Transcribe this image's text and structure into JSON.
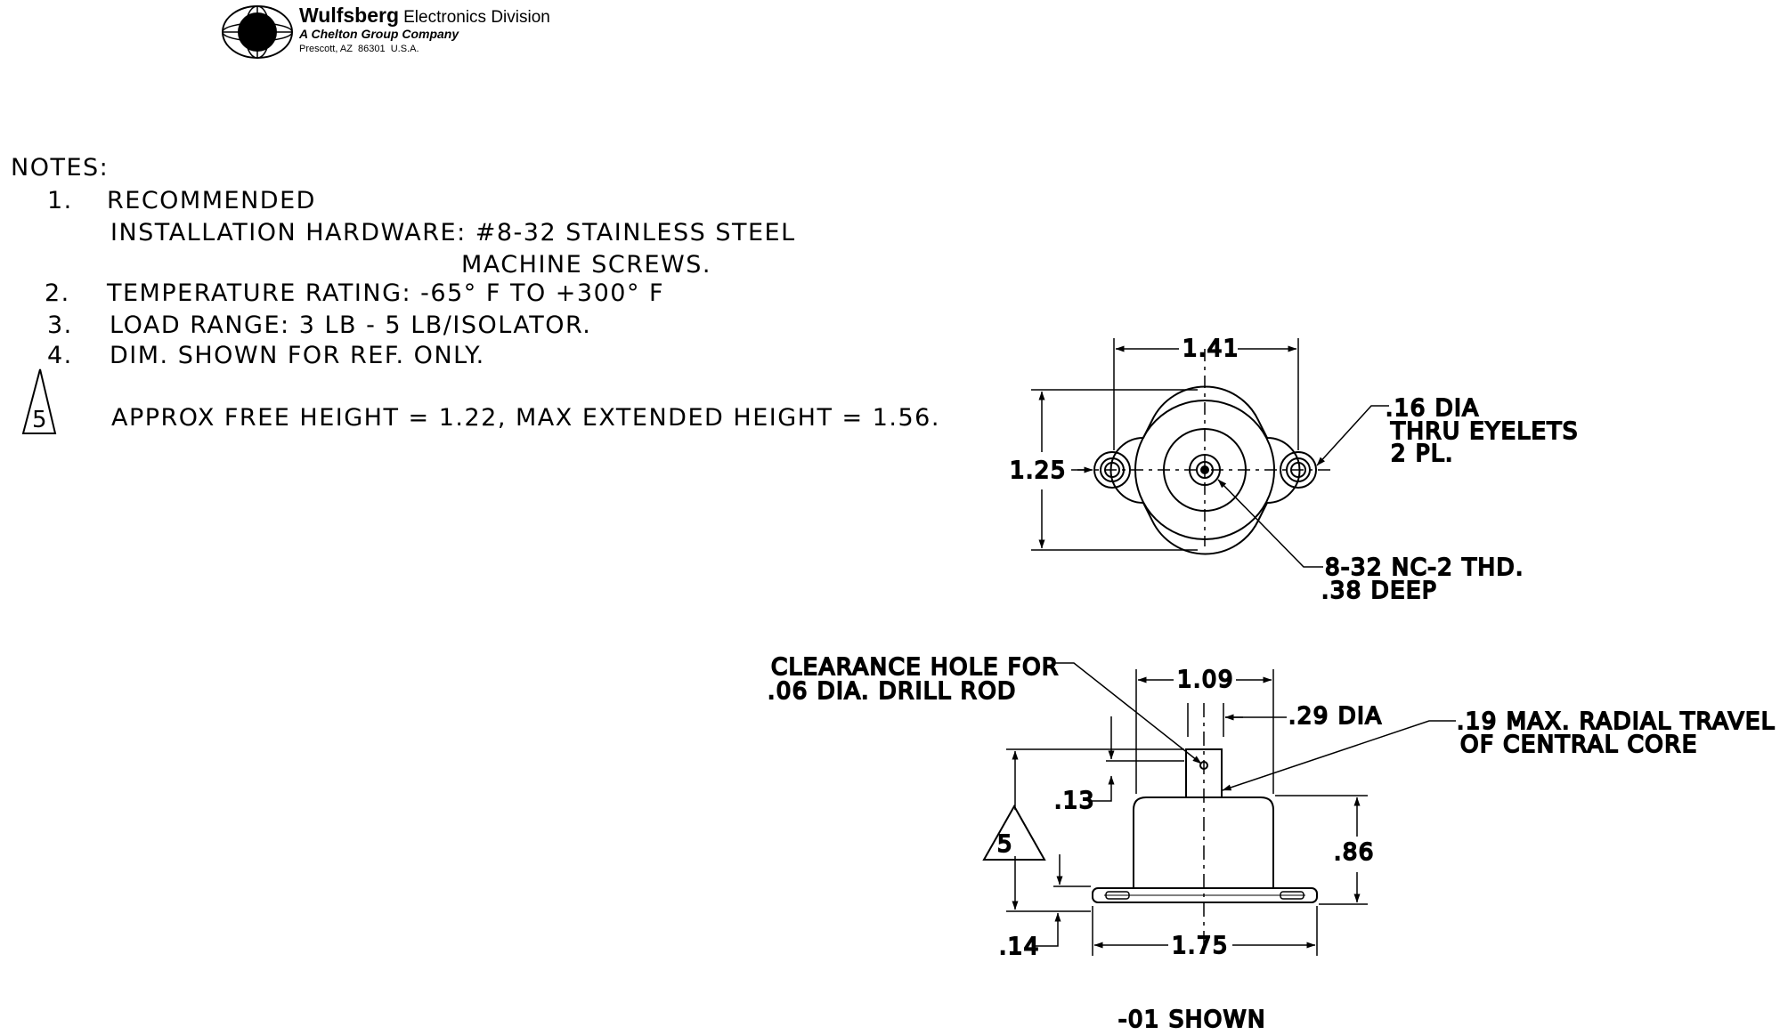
{
  "header": {
    "brand": "Wulfsberg",
    "division": "Electronics Division",
    "company": "A Chelton Group Company",
    "address": "Prescott, AZ  86301  U.S.A."
  },
  "notes": {
    "heading": "NOTES:",
    "items": [
      {
        "num": "1.",
        "lines": [
          "RECOMMENDED",
          "INSTALLATION HARDWARE: #8-32 STAINLESS STEEL",
          "MACHINE SCREWS."
        ]
      },
      {
        "num": "2.",
        "text": "TEMPERATURE RATING: -65° F TO +300° F"
      },
      {
        "num": "3.",
        "text": "LOAD RANGE: 3 LB - 5 LB/ISOLATOR."
      },
      {
        "num": "4.",
        "text": "DIM. SHOWN FOR REF. ONLY."
      },
      {
        "num": "5",
        "text": "APPROX FREE HEIGHT = 1.22, MAX EXTENDED HEIGHT = 1.56."
      }
    ]
  },
  "top_view": {
    "width_dim": "1.41",
    "height_dim": "1.25",
    "eyelet_callout": [
      ".16 DIA",
      "THRU EYELETS",
      "2 PL."
    ],
    "thread_callout": [
      "8-32 NC-2 THD.",
      ".38 DEEP"
    ]
  },
  "side_view": {
    "clearance_callout": [
      "CLEARANCE HOLE FOR",
      ".06 DIA. DRILL ROD"
    ],
    "top_width_dim": "1.09",
    "stud_dia_dim": ".29 DIA",
    "travel_callout": [
      ".19 MAX. RADIAL TRAVEL",
      "OF CENTRAL CORE"
    ],
    "stud_height_dim": ".13",
    "body_height_dim": ".86",
    "base_thk_dim": ".14",
    "base_width_dim": "1.75",
    "flag_note": "5"
  },
  "caption": "-01 SHOWN"
}
